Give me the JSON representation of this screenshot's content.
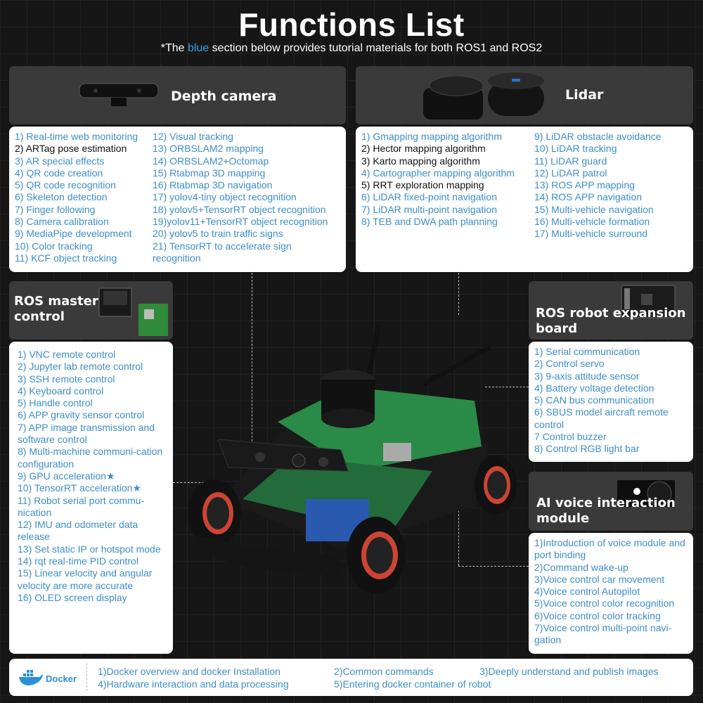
{
  "header": {
    "title": "Functions List",
    "subtitle_before": "*The ",
    "subtitle_highlight": "blue",
    "subtitle_after": " section below provides tutorial materials for both ROS1 and ROS2"
  },
  "colors": {
    "blue_text": "#3d8ec9",
    "black_text": "#111111",
    "highlight": "#3aa0f0",
    "panel_header": "#3a3a3a",
    "background": "#161616"
  },
  "depth_camera": {
    "title": "Depth camera",
    "columns": [
      [
        {
          "text": "1) Real-time web monitoring",
          "blue": true
        },
        {
          "text": "2) ARTag pose estimation",
          "blue": false
        },
        {
          "text": "3) AR special effects",
          "blue": true
        },
        {
          "text": "4) QR code creation",
          "blue": true
        },
        {
          "text": "5) QR code recognition",
          "blue": true
        },
        {
          "text": "6) Skeleton detection",
          "blue": true
        },
        {
          "text": "7) Finger following",
          "blue": true
        },
        {
          "text": "8) Camera calibration",
          "blue": true
        },
        {
          "text": "9) MediaPipe development",
          "blue": true
        },
        {
          "text": "10) Color tracking",
          "blue": true
        },
        {
          "text": "11) KCF object tracking",
          "blue": true
        }
      ],
      [
        {
          "text": "12) Visual tracking",
          "blue": true
        },
        {
          "text": "13) ORBSLAM2 mapping",
          "blue": true
        },
        {
          "text": "14) ORBSLAM2+Octomap",
          "blue": true
        },
        {
          "text": "15) Rtabmap 3D mapping",
          "blue": true
        },
        {
          "text": "16) Rtabmap 3D navigation",
          "blue": true
        },
        {
          "text": "17) yolov4-tiny object recognition",
          "blue": true
        },
        {
          "text": "18) yolov5+TensorRT object recognition",
          "blue": true
        },
        {
          "text": "19)yolov11+TensorRT object recognition",
          "blue": true
        },
        {
          "text": "20) yolov5 to train traffic signs",
          "blue": true
        },
        {
          "text": "21) TensorRT to accelerate sign recognition",
          "blue": true
        }
      ]
    ]
  },
  "lidar": {
    "title": "Lidar",
    "columns": [
      [
        {
          "text": "1) Gmapping mapping algorithm",
          "blue": true
        },
        {
          "text": "2) Hector mapping algorithm",
          "blue": false
        },
        {
          "text": "3) Karto mapping algorithm",
          "blue": false
        },
        {
          "text": "4) Cartographer mapping algorithm",
          "blue": true
        },
        {
          "text": "5) RRT exploration mapping",
          "blue": false
        },
        {
          "text": "6) LiDAR fixed-point navigation",
          "blue": true
        },
        {
          "text": "7) LiDAR multi-point navigation",
          "blue": true
        },
        {
          "text": "8) TEB and DWA path planning",
          "blue": true
        }
      ],
      [
        {
          "text": "9) LiDAR obstacle avoidance",
          "blue": true
        },
        {
          "text": "10) LiDAR tracking",
          "blue": true
        },
        {
          "text": "11) LiDAR guard",
          "blue": true
        },
        {
          "text": "12) LiDAR patrol",
          "blue": true
        },
        {
          "text": "13) ROS APP mapping",
          "blue": true
        },
        {
          "text": "14) ROS APP navigation",
          "blue": true
        },
        {
          "text": "15) Multi-vehicle navigation",
          "blue": true
        },
        {
          "text": "16) Multi-vehicle formation",
          "blue": true
        },
        {
          "text": "17) Multi-vehicle surround",
          "blue": true
        }
      ]
    ]
  },
  "ros_master": {
    "title": "ROS master control",
    "columns": [
      [
        {
          "text": "1) VNC remote control",
          "blue": true
        },
        {
          "text": "2) Jupyter lab remote control",
          "blue": true
        },
        {
          "text": "3) SSH remote control",
          "blue": true
        },
        {
          "text": "4) Keyboard control",
          "blue": true
        },
        {
          "text": "5) Handle control",
          "blue": true
        },
        {
          "text": "6) APP gravity sensor control",
          "blue": true
        },
        {
          "text": "7) APP image transmission and software control",
          "blue": true
        },
        {
          "text": "8) Multi-machine communi-cation configuration",
          "blue": true
        },
        {
          "text": "9) GPU acceleration★",
          "blue": true
        },
        {
          "text": "10) TensorRT acceleration★",
          "blue": true
        },
        {
          "text": "11) Robot serial port commu-nication",
          "blue": true
        },
        {
          "text": "12) IMU and odometer data release",
          "blue": true
        },
        {
          "text": "13) Set static IP or hotspot mode",
          "blue": true
        },
        {
          "text": "14) rqt real-time PID control",
          "blue": true
        },
        {
          "text": "15) Linear velocity and angular velocity are more accurate",
          "blue": true
        },
        {
          "text": "16) OLED screen display",
          "blue": true
        }
      ]
    ]
  },
  "expansion_board": {
    "title": "ROS robot expansion board",
    "columns": [
      [
        {
          "text": "1) Serial communication",
          "blue": true
        },
        {
          "text": "2) Control servo",
          "blue": true
        },
        {
          "text": "3) 9-axis attitude sensor",
          "blue": true
        },
        {
          "text": "4) Battery voltage detection",
          "blue": true
        },
        {
          "text": "5) CAN bus communication",
          "blue": true
        },
        {
          "text": "6) SBUS model aircraft remote control",
          "blue": true
        },
        {
          "text": "7 Control buzzer",
          "blue": true
        },
        {
          "text": "8) Control RGB light bar",
          "blue": true
        }
      ]
    ]
  },
  "ai_voice": {
    "title": "AI voice interaction module",
    "columns": [
      [
        {
          "text": "1)Introduction of voice module and port binding",
          "blue": true
        },
        {
          "text": "2)Command wake-up",
          "blue": true
        },
        {
          "text": "3)Voice control car movement",
          "blue": true
        },
        {
          "text": "4)Voice control Autopilot",
          "blue": true
        },
        {
          "text": "5)Voice control color recognition",
          "blue": true
        },
        {
          "text": "6)Voice control color tracking",
          "blue": true
        },
        {
          "text": "7)Voice control multi-point navi-gation",
          "blue": true
        }
      ]
    ]
  },
  "docker": {
    "label": "Docker",
    "items": [
      "1)Docker overview and docker Installation",
      "2)Common commands",
      "3)Deeply understand and publish images",
      "4)Hardware interaction and data processing",
      "5)Entering docker container of robot"
    ]
  }
}
